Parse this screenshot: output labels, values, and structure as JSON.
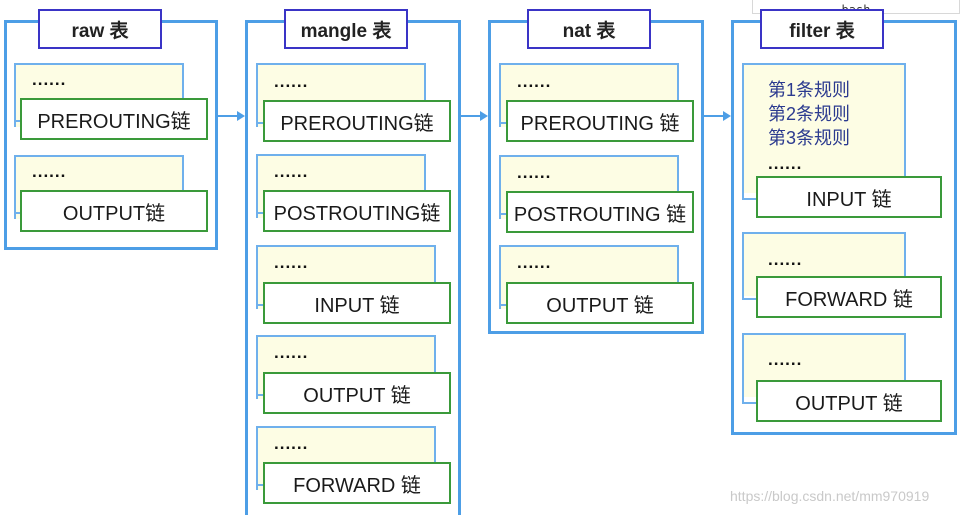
{
  "header_badge": "bash",
  "watermark": "https://blog.csdn.net/mm970919",
  "tables": {
    "raw": {
      "title": "raw 表",
      "dots": [
        "......",
        "......"
      ],
      "chains": [
        "PREROUTING链",
        "OUTPUT链"
      ]
    },
    "mangle": {
      "title": "mangle 表",
      "dots": [
        "......",
        "......",
        "......",
        "......",
        "......"
      ],
      "chains": [
        "PREROUTING链",
        "POSTROUTING链",
        "INPUT 链",
        "OUTPUT 链",
        "FORWARD 链"
      ]
    },
    "nat": {
      "title": "nat 表",
      "dots": [
        "......",
        "......",
        "......"
      ],
      "chains": [
        "PREROUTING 链",
        "POSTROUTING 链",
        "OUTPUT 链"
      ]
    },
    "filter": {
      "title": "filter 表",
      "rules": [
        "第1条规则",
        "第2条规则",
        "第3条规则"
      ],
      "dots": [
        "......",
        "......",
        "......"
      ],
      "chains": [
        "INPUT 链",
        "FORWARD 链",
        "OUTPUT 链"
      ]
    }
  },
  "colors": {
    "table_border": "#4d9ee6",
    "title_border": "#3a34c6",
    "chain_border": "#3a9a3a",
    "note_fill": "#fdfde4",
    "rule_text": "#2b3a8f"
  }
}
